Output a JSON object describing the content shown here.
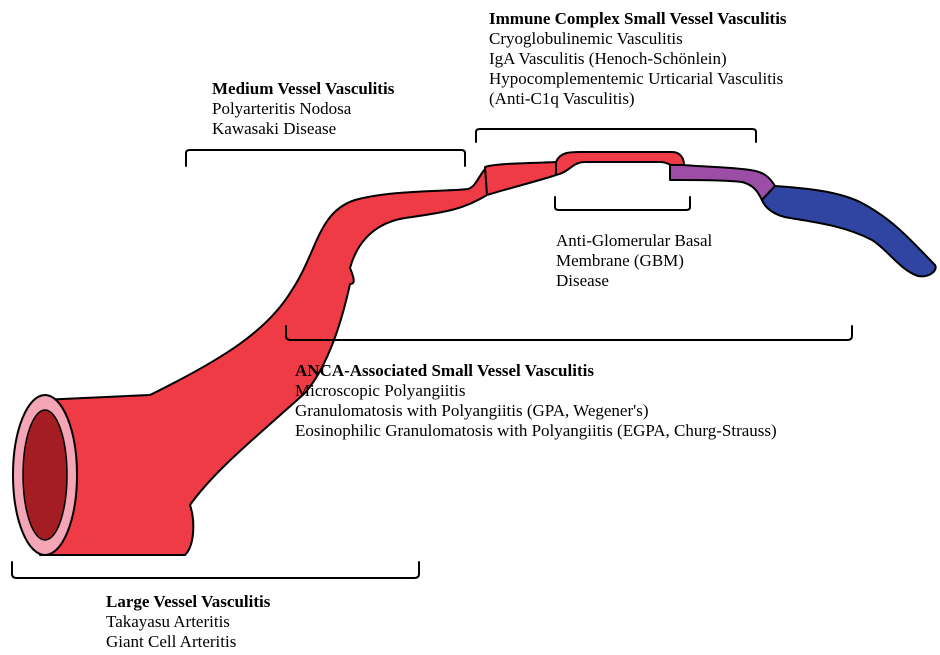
{
  "colors": {
    "artery_red": "#ee3b45",
    "lumen_dark_red": "#a31d22",
    "wall_pink": "#f4a6b6",
    "capillary_purple": "#9c4ea6",
    "vein_blue": "#3045a2",
    "outline": "#000000"
  },
  "groups": {
    "immune_complex": {
      "title": "Immune Complex Small Vessel Vasculitis",
      "items": [
        "Cryoglobulinemic Vasculitis",
        "IgA Vasculitis (Henoch-Schönlein)",
        "Hypocomplementemic Urticarial Vasculitis",
        "(Anti-C1q Vasculitis)"
      ]
    },
    "medium_vessel": {
      "title": "Medium Vessel Vasculitis",
      "items": [
        "Polyarteritis Nodosa",
        "Kawasaki Disease"
      ]
    },
    "anti_gbm": {
      "items": [
        "Anti-Glomerular Basal",
        "Membrane (GBM)",
        "Disease"
      ]
    },
    "anca": {
      "title": "ANCA-Associated Small Vessel Vasculitis",
      "items": [
        "Microscopic Polyangiitis",
        "Granulomatosis with Polyangiitis (GPA, Wegener's)",
        "Eosinophilic Granulomatosis with Polyangiitis (EGPA, Churg-Strauss)"
      ]
    },
    "large_vessel": {
      "title": "Large Vessel Vasculitis",
      "items": [
        "Takayasu Arteritis",
        "Giant Cell Arteritis"
      ]
    }
  }
}
